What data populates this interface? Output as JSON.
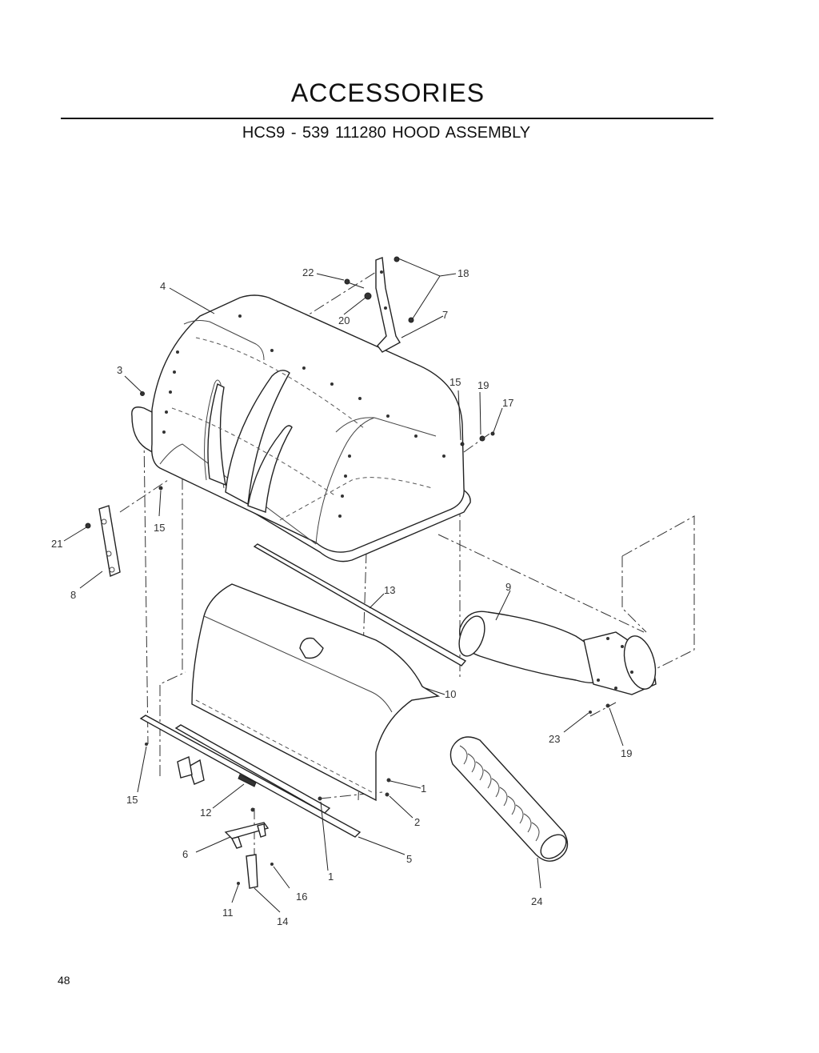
{
  "header": {
    "title": "ACCESSORIES",
    "subtitle": "HCS9 - 539 111280   HOOD ASSEMBLY"
  },
  "footer": {
    "page_number": "48"
  },
  "callouts": {
    "c22": "22",
    "c18": "18",
    "c20": "20",
    "c7": "7",
    "c4": "4",
    "c3": "3",
    "c15a": "15",
    "c19a": "19",
    "c17": "17",
    "c21": "21",
    "c15b": "15",
    "c8": "8",
    "c13": "13",
    "c9": "9",
    "c10": "10",
    "c23": "23",
    "c19b": "19",
    "c15c": "15",
    "c12": "12",
    "c1a": "1",
    "c2": "2",
    "c6": "6",
    "c5": "5",
    "c1b": "1",
    "c16": "16",
    "c11": "11",
    "c14": "14",
    "c24": "24"
  }
}
